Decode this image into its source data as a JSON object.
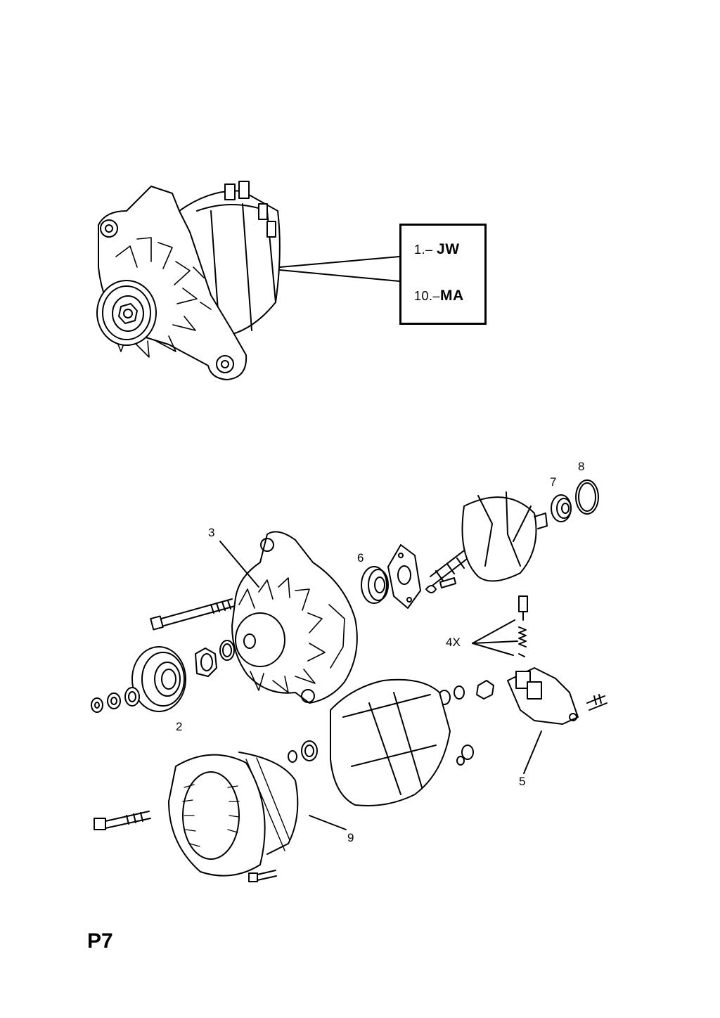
{
  "code_box": {
    "line1_prefix": "1.–",
    "line1_code": "JW",
    "line2_prefix": "10.–",
    "line2_code": "MA"
  },
  "callouts": {
    "c2": "2",
    "c3": "3",
    "c4x": "4X",
    "c5": "5",
    "c6": "6",
    "c7": "7",
    "c8": "8",
    "c9": "9"
  },
  "page_id": "P7",
  "colors": {
    "ink": "#000000",
    "paper": "#ffffff"
  }
}
